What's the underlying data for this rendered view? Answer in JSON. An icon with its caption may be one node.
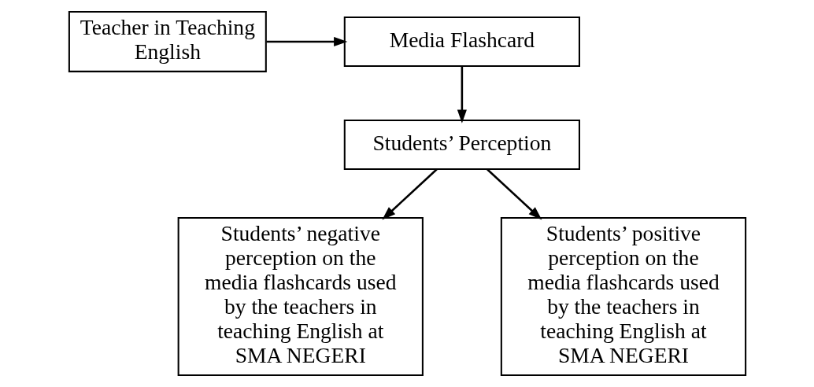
{
  "diagram": {
    "nodes": [
      {
        "text": [
          "Teacher in Teaching English"
        ]
      },
      {
        "text": [
          "Media Flashcard"
        ]
      },
      {
        "text": [
          "Students’ Perception"
        ]
      },
      {
        "text": [
          "Students’ negative perception on the media flashcards used by the teachers in teaching English at SMA NEGERI"
        ]
      },
      {
        "text": [
          "Students’ positive perception on the media flashcards used by the teachers in teaching English at SMA NEGERI"
        ]
      }
    ],
    "edges": [
      {
        "from": 0,
        "to": 1,
        "arrow": "to"
      },
      {
        "from": 1,
        "to": 2,
        "arrow": "to"
      },
      {
        "from": 2,
        "to": 3,
        "arrow": "to"
      },
      {
        "from": 2,
        "to": 4,
        "arrow": "to"
      }
    ]
  }
}
